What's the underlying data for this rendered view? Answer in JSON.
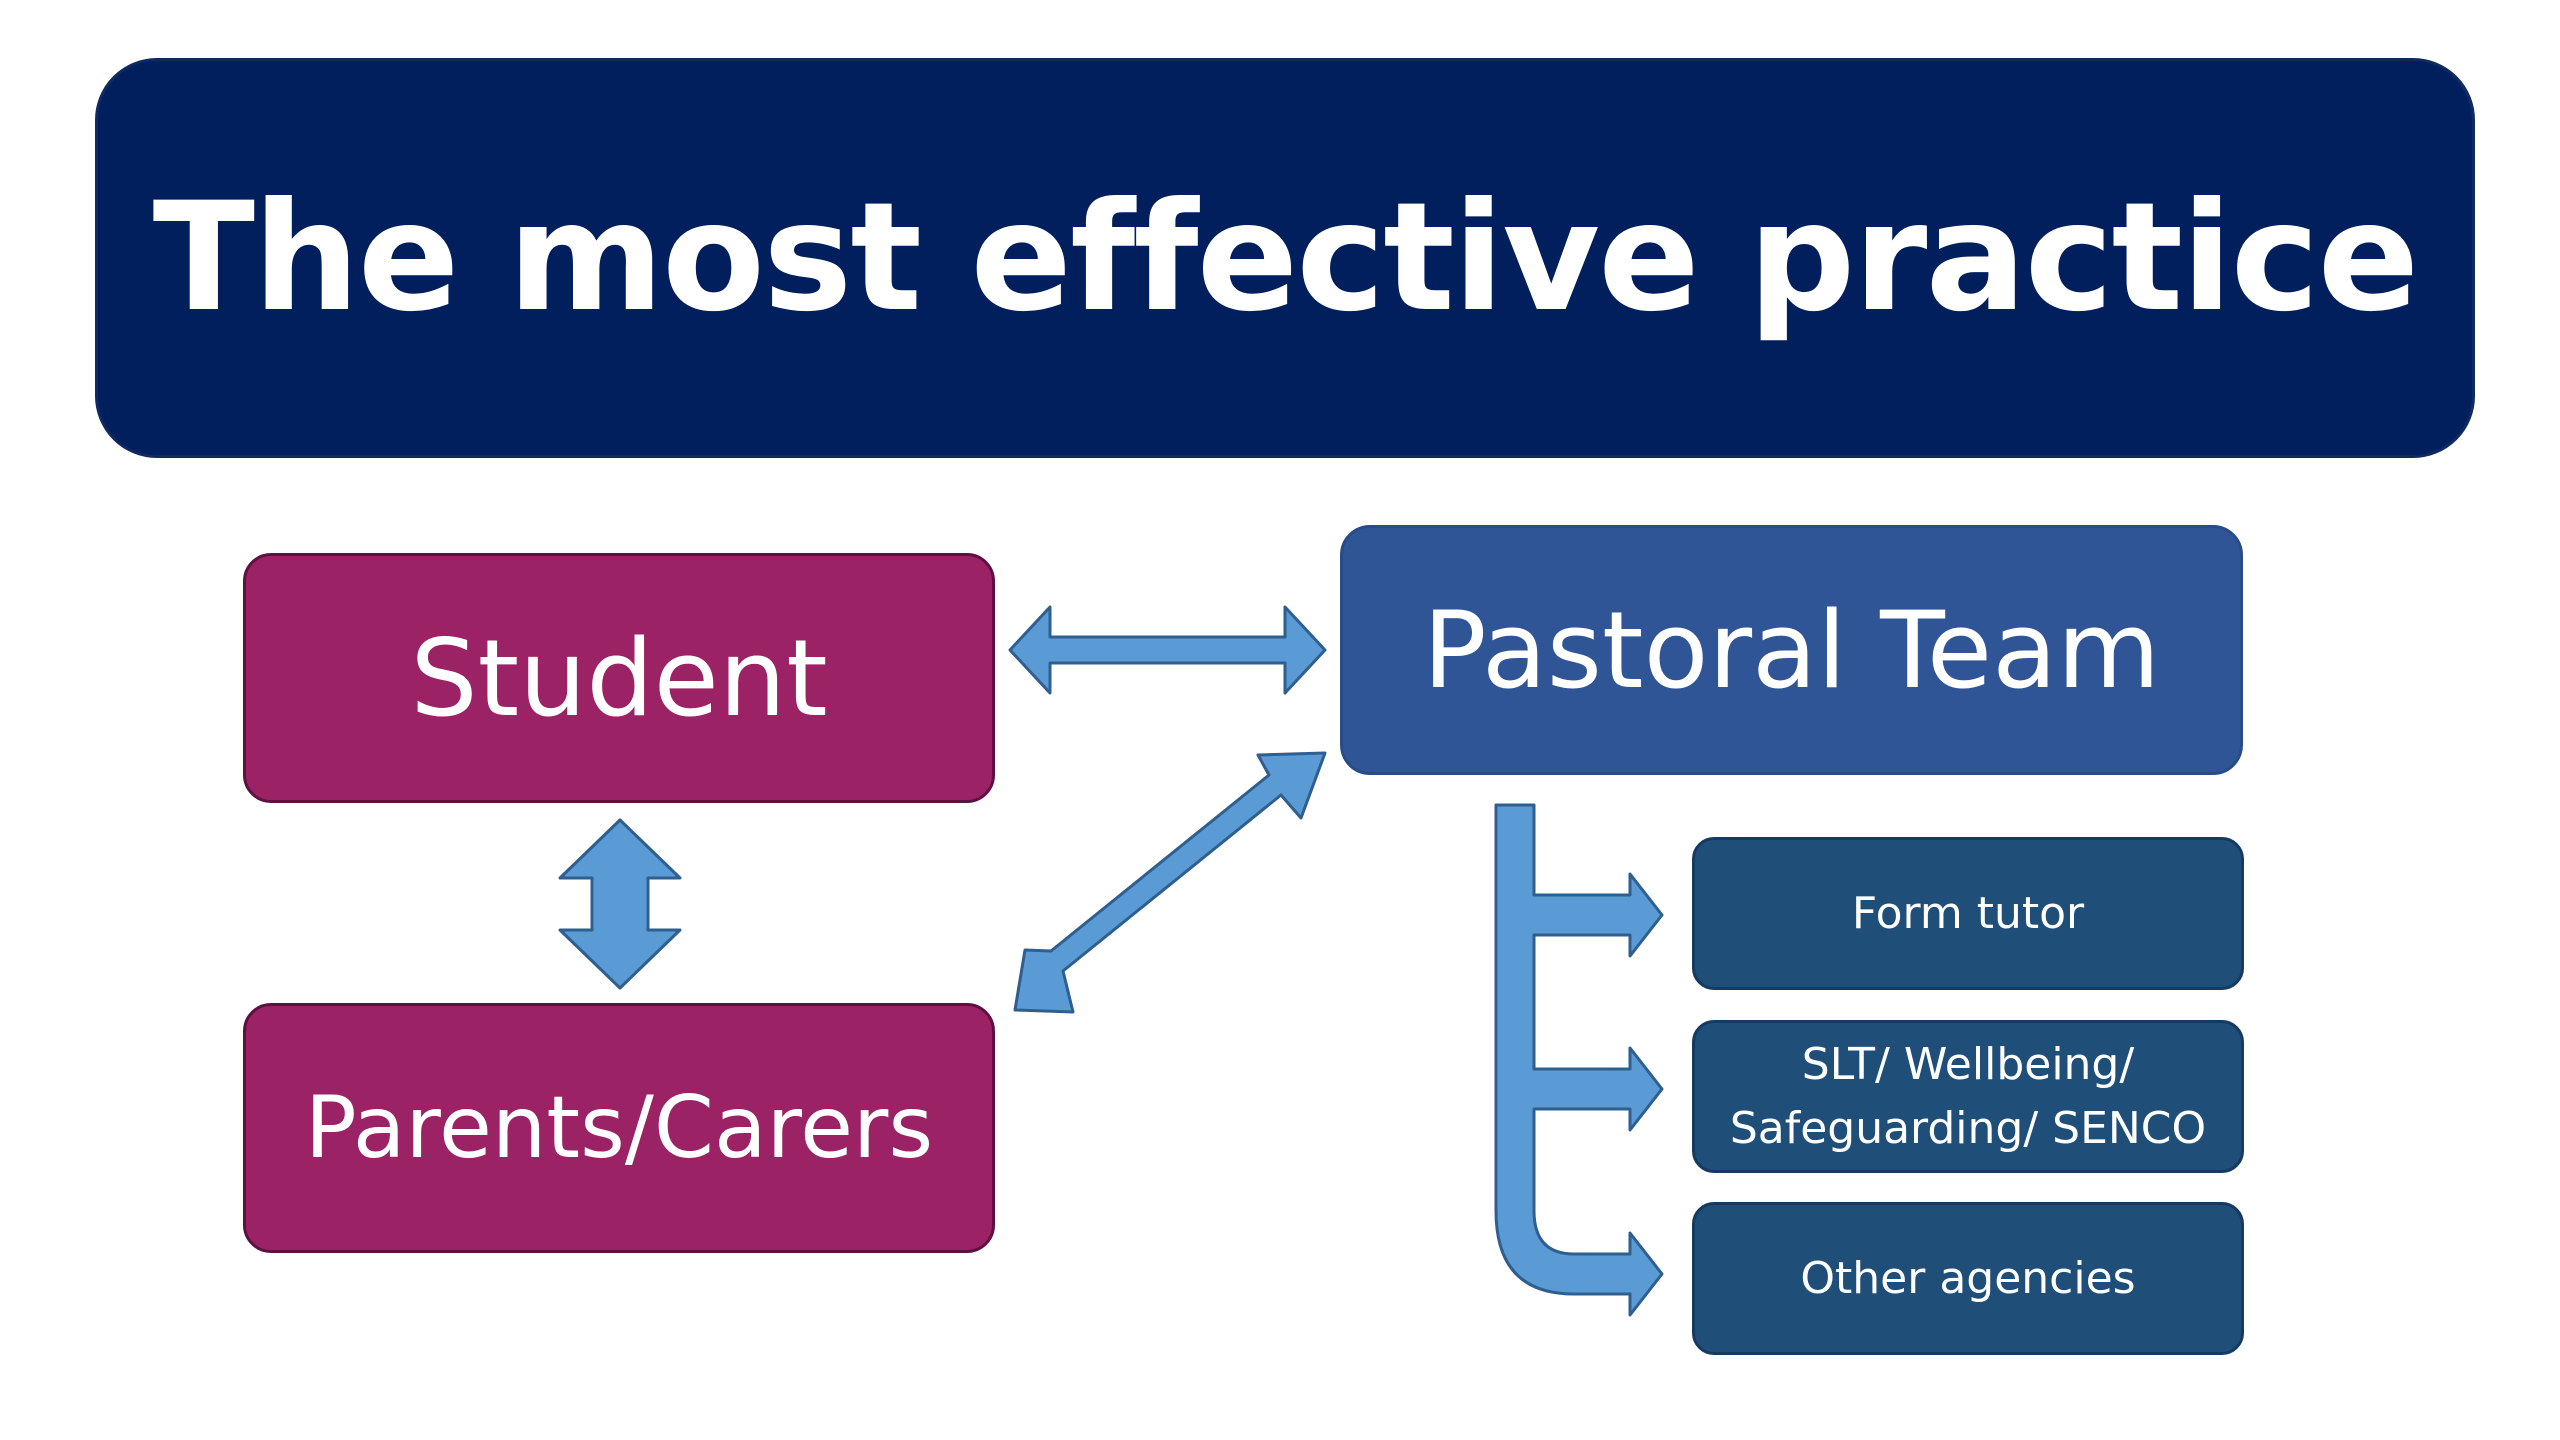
{
  "title": "The most effective practice",
  "boxes": {
    "student": "Student",
    "parents": "Parents/Carers",
    "pastoral": "Pastoral Team",
    "form_tutor": "Form tutor",
    "slt_line1": "SLT/ Wellbeing/",
    "slt_line2": "Safeguarding/ SENCO",
    "other": "Other agencies"
  },
  "colors": {
    "title_bg": "#001f5c",
    "student_bg": "#9b2264",
    "pastoral_bg": "#2f5597",
    "sub_bg": "#1f4e79",
    "arrow_fill": "#5b9bd5",
    "arrow_stroke": "#2e5f8f"
  }
}
